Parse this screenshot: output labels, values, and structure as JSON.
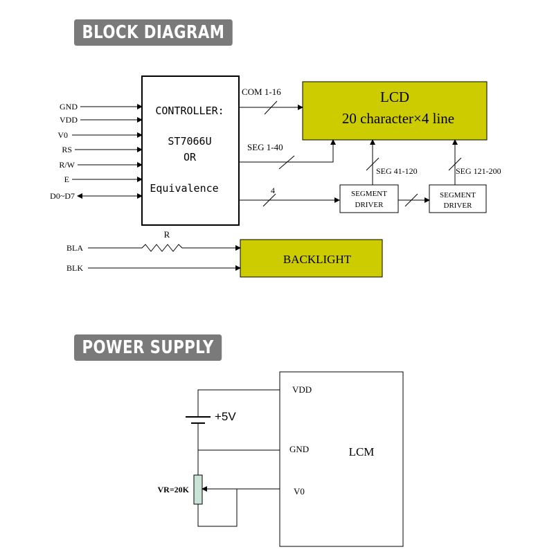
{
  "block_diagram": {
    "title": "BLOCK DIAGRAM",
    "pins": [
      "GND",
      "VDD",
      "V0",
      "RS",
      "R/W",
      "E",
      "D0~D7"
    ],
    "controller": {
      "line1": "CONTROLLER:",
      "line2": "ST7066U",
      "line3": "OR",
      "line4": "Equivalence"
    },
    "lcd": {
      "line1": "LCD",
      "line2": "20 character×4 line",
      "color": "#cccc00"
    },
    "bus_com": "COM 1-16",
    "bus_seg": "SEG 1-40",
    "bus_4": "4",
    "bus_seg41": "SEG 41-120",
    "bus_seg121": "SEG 121-200",
    "segment_driver": {
      "line1": "SEGMENT",
      "line2": "DRIVER"
    },
    "resistor": "R",
    "backlight": {
      "label": "BACKLIGHT",
      "pin_a": "BLA",
      "pin_k": "BLK",
      "color": "#cccc00"
    }
  },
  "power_supply": {
    "title": "POWER SUPPLY",
    "vdd": "VDD",
    "gnd": "GND",
    "v0": "V0",
    "lcm": "LCM",
    "battery": "+5V",
    "vr": "VR=20K",
    "vr_color": "#c9e3d6"
  }
}
